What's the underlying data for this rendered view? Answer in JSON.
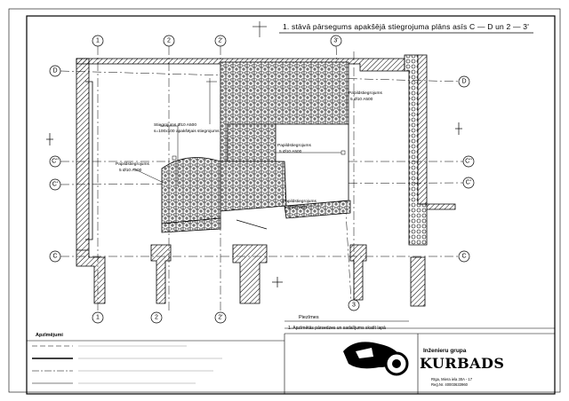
{
  "drawing": {
    "title": "1. stāvā pārsegums apakšējā stiegrojuma plāns asīs C — D un 2 — 3'"
  },
  "axes": {
    "horizontal": [
      "1",
      "2",
      "2'",
      "3",
      "3'"
    ],
    "vertical": [
      "D",
      "C''",
      "C'",
      "C"
    ]
  },
  "callouts": [
    {
      "label": "Papildstiegrojums",
      "spec": "5 Ø10 A500"
    },
    {
      "label": "Papildstiegrojums",
      "spec": "5 Ø10 A500"
    },
    {
      "label": "Papildstiegrojums",
      "spec": "5 Ø10 A500"
    },
    {
      "label": "Papildstiegrojums",
      "spec": "5 Ø10 A500"
    },
    {
      "label": "Stiegrojums Ø10 A500",
      "spec": "s=100x100 apakšējais stiegrojums"
    }
  ],
  "legend": {
    "heading": "Apzīmējumi"
  },
  "notes": {
    "heading": "Piezīmes",
    "items": [
      "1. Apzīmētās pārsedzes un sadalījums skatīt lapā"
    ]
  },
  "title_block": {
    "company": "Inženieru grupa",
    "logo_text": "KURBADS",
    "address": "Rīga, Miera iela 30A - 17",
    "reg": "Reģ.Nr. 40003633960"
  },
  "colors": {
    "ink": "#000000",
    "paper": "#ffffff",
    "hatch": "#222222"
  }
}
